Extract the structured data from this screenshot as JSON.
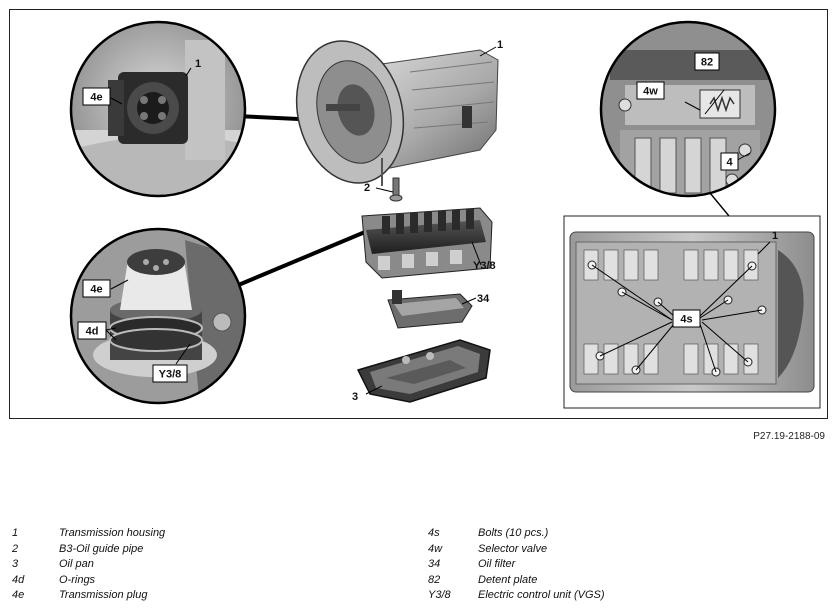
{
  "figure": {
    "id": "P27.19-2188-09",
    "callouts": {
      "housing": "1",
      "guide_pipe": "2",
      "control_unit": "Y3/8",
      "filter": "34",
      "pan": "3",
      "plug_top": "4e",
      "housing_top_zoom": "1",
      "plug_bottom": "4e",
      "orings": "4d",
      "control_unit_zoom": "Y3/8",
      "detent": "82",
      "selector": "4w",
      "bolts_corner": "4",
      "housing_right": "1",
      "bolts_panel": "4s"
    }
  },
  "legend": {
    "left": [
      {
        "code": "1",
        "desc": "Transmission housing"
      },
      {
        "code": "2",
        "desc": "B3-Oil guide pipe"
      },
      {
        "code": "3",
        "desc": "Oil pan"
      },
      {
        "code": "4d",
        "desc": "O-rings"
      },
      {
        "code": "4e",
        "desc": "Transmission plug"
      }
    ],
    "right": [
      {
        "code": "4s",
        "desc": "Bolts (10 pcs.)"
      },
      {
        "code": "4w",
        "desc": "Selector valve"
      },
      {
        "code": "34",
        "desc": "Oil filter"
      },
      {
        "code": "82",
        "desc": "Detent plate"
      },
      {
        "code": "Y3/8",
        "desc": "Electric control unit (VGS)"
      }
    ]
  }
}
